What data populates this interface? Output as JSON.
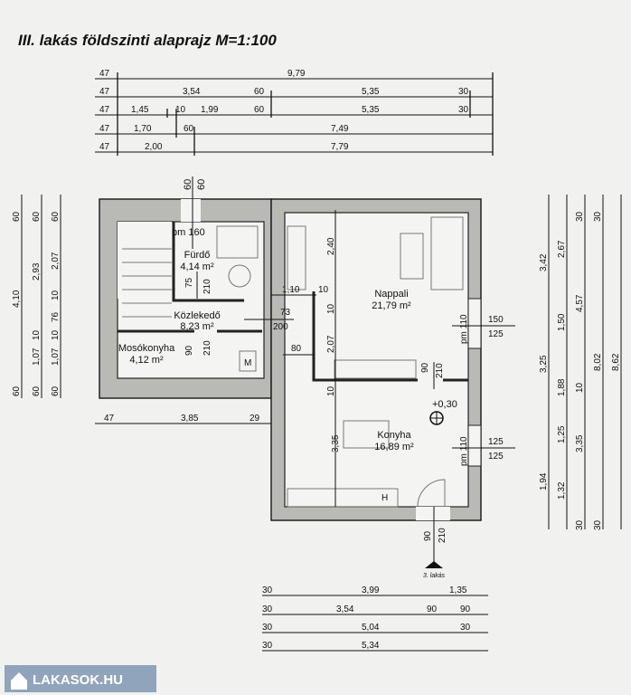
{
  "title": "III. lakás földszinti alaprajz  M=1:100",
  "rooms": {
    "furdo": {
      "name": "Fürdő",
      "area": "4,14 m²"
    },
    "kozlekedo": {
      "name": "Közlekedő",
      "area": "8,23 m²"
    },
    "mosokonyha": {
      "name": "Mosókonyha",
      "area": "4,12 m²"
    },
    "nappali": {
      "name": "Nappali",
      "area": "21,79 m²"
    },
    "konyha": {
      "name": "Konyha",
      "area": "16,89 m²"
    }
  },
  "top_dims": [
    [
      "47",
      "9,79"
    ],
    [
      "47",
      "3,54",
      "60",
      "5,35",
      "30"
    ],
    [
      "47",
      "1,45",
      "10",
      "1,99",
      "60",
      "5,35",
      "30"
    ],
    [
      "47",
      "1,70",
      "60",
      "7,49"
    ],
    [
      "47",
      "2,00",
      "7,79"
    ]
  ],
  "left_dims": [
    [
      "60",
      "4,10",
      "60"
    ],
    [
      "60",
      "2,93",
      "10",
      "1,07",
      "60"
    ],
    [
      "60",
      "2,07",
      "10",
      "76",
      "10",
      "1,07",
      "60"
    ]
  ],
  "right_dims": [
    [
      "3,42",
      "3,25",
      "1,94"
    ],
    [
      "2,67",
      "1,50",
      "1,88",
      "1,25",
      "1,32"
    ],
    [
      "30",
      "4,57",
      "10",
      "3,35",
      "30"
    ],
    [
      "30",
      "8,02",
      "30"
    ],
    [
      "8,62"
    ]
  ],
  "mid_dims": [
    "47",
    "3,85",
    "29"
  ],
  "bottom_dims": [
    [
      "30",
      "3,99",
      "1,35"
    ],
    [
      "30",
      "3,54",
      "90",
      "90"
    ],
    [
      "30",
      "5,04",
      "30"
    ],
    [
      "30",
      "5,34"
    ]
  ],
  "inner": {
    "pm160": "pm 160",
    "top60a": "60",
    "top60b": "60",
    "d75": "75",
    "d210a": "210",
    "d110": "1,10",
    "d10a": "10",
    "d73": "73",
    "d200": "200",
    "d80": "80",
    "d240": "2,40",
    "d207": "2,07",
    "d10b": "10",
    "d10c": "10",
    "d210b": "210",
    "d90a": "90",
    "d90b": "90",
    "d210c": "210",
    "pm110a": "pm 110",
    "d150": "150",
    "d125a": "125",
    "level": "+0,30",
    "pm110b": "pm 110",
    "d125b": "125",
    "d125c": "125",
    "d335": "3,35",
    "d90c": "90",
    "d210d": "210",
    "h": "H",
    "m": "M",
    "entrance": "3. lakás"
  },
  "logo": "LAKASOK.HU"
}
